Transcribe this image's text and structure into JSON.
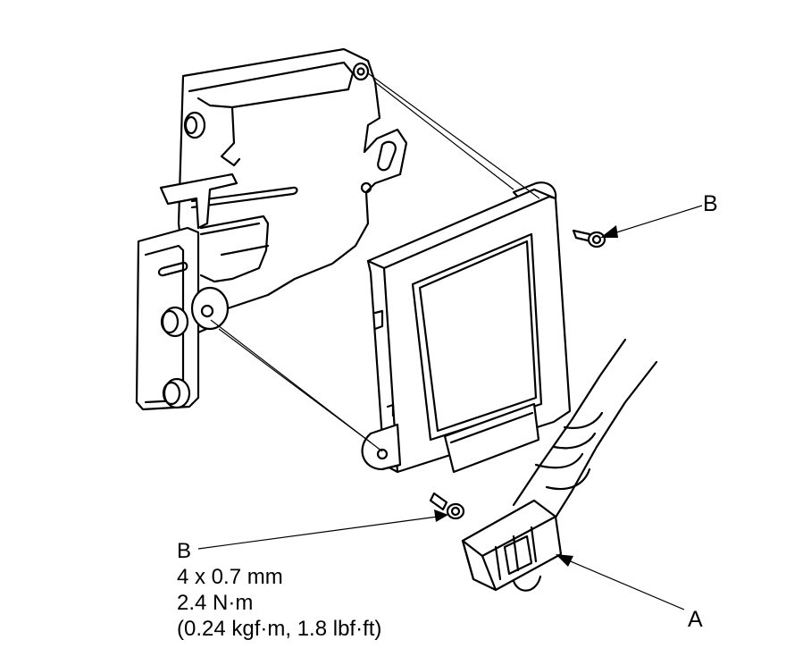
{
  "labels": {
    "b_top": "B",
    "a": "A"
  },
  "spec": {
    "callout": "B",
    "size": "4 x 0.7 mm",
    "torque_nm": "2.4 N·m",
    "torque_alt": "(0.24 kgf·m, 1.8 lbf·ft)"
  }
}
